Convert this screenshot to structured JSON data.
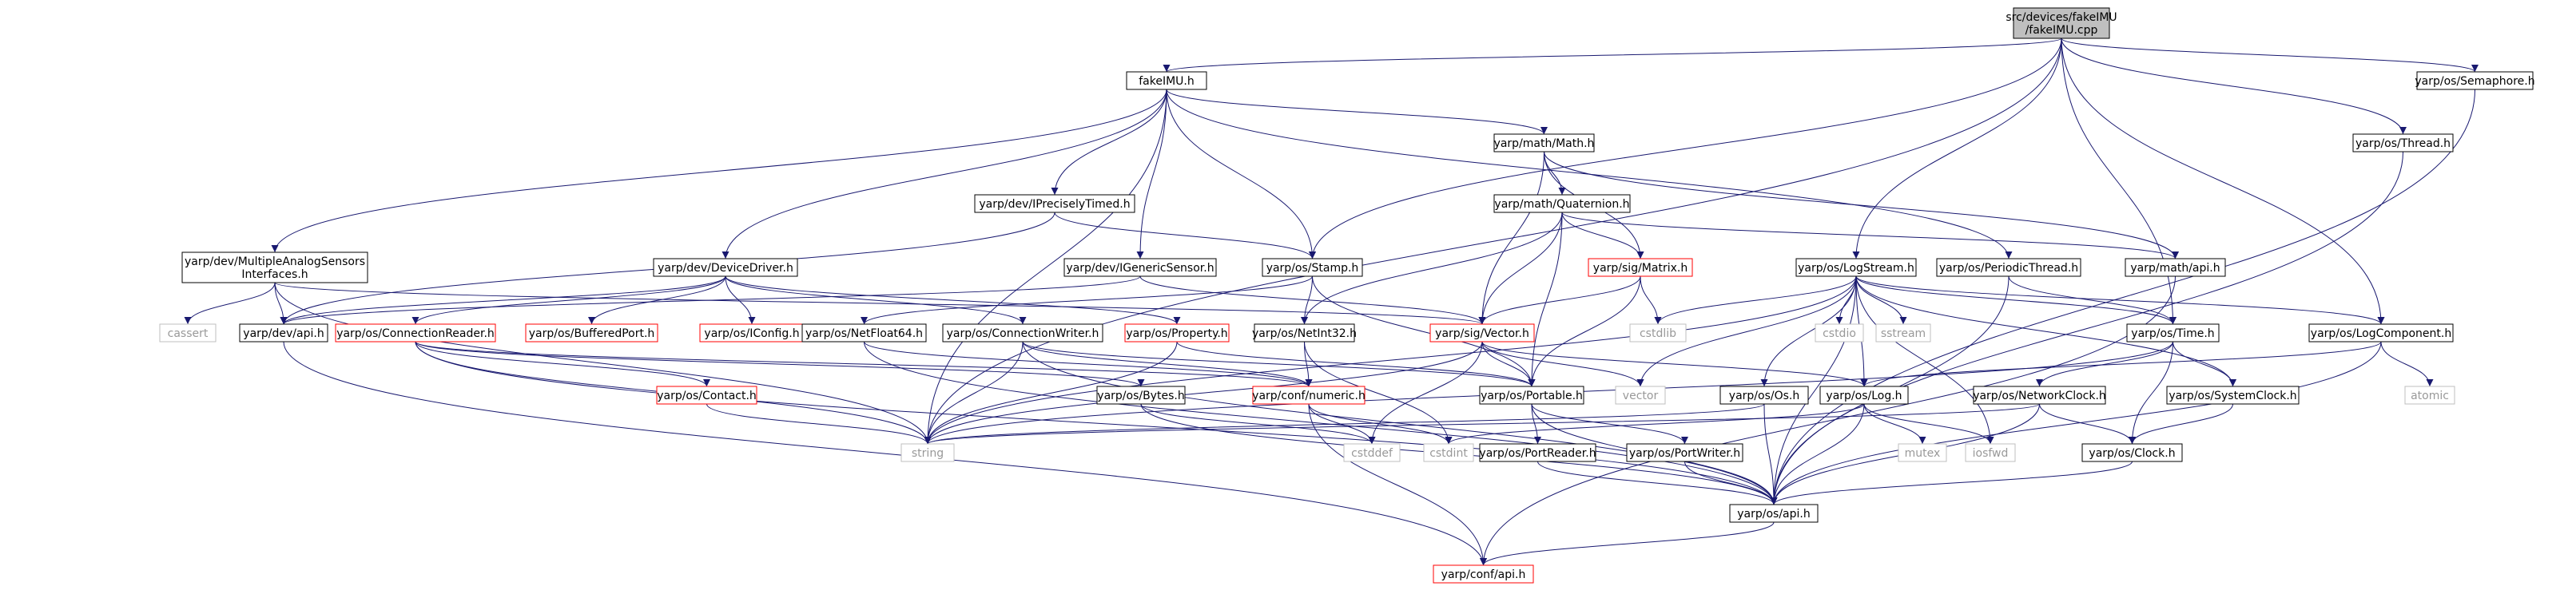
{
  "diagram": {
    "kind": "include dependency graph",
    "root": "n_root",
    "colors": {
      "edge": "#191970",
      "box_border": "#000000",
      "box_fill": "#ffffff",
      "root_fill": "#bfbfbf",
      "incomplete_border": "#ff0000",
      "external_border": "#bfbfbf",
      "external_text": "#999999"
    },
    "nodes": [
      {
        "id": "n_root",
        "lines": [
          "src/devices/fakeIMU",
          "/fakeIMU.cpp"
        ],
        "style": "root"
      },
      {
        "id": "n_fakeimu_h",
        "lines": [
          "fakeIMU.h"
        ],
        "style": "normal"
      },
      {
        "id": "n_semaphore",
        "lines": [
          "yarp/os/Semaphore.h"
        ],
        "style": "normal"
      },
      {
        "id": "n_thread",
        "lines": [
          "yarp/os/Thread.h"
        ],
        "style": "normal"
      },
      {
        "id": "n_math",
        "lines": [
          "yarp/math/Math.h"
        ],
        "style": "normal"
      },
      {
        "id": "n_iprecise",
        "lines": [
          "yarp/dev/IPreciselyTimed.h"
        ],
        "style": "normal"
      },
      {
        "id": "n_quaternion",
        "lines": [
          "yarp/math/Quaternion.h"
        ],
        "style": "normal"
      },
      {
        "id": "n_mas",
        "lines": [
          "yarp/dev/MultipleAnalogSensors",
          "Interfaces.h"
        ],
        "style": "normal"
      },
      {
        "id": "n_devicedriver",
        "lines": [
          "yarp/dev/DeviceDriver.h"
        ],
        "style": "normal"
      },
      {
        "id": "n_igeneric",
        "lines": [
          "yarp/dev/IGenericSensor.h"
        ],
        "style": "normal"
      },
      {
        "id": "n_stamp",
        "lines": [
          "yarp/os/Stamp.h"
        ],
        "style": "normal"
      },
      {
        "id": "n_matrix",
        "lines": [
          "yarp/sig/Matrix.h"
        ],
        "style": "incomplete"
      },
      {
        "id": "n_logstream",
        "lines": [
          "yarp/os/LogStream.h"
        ],
        "style": "normal"
      },
      {
        "id": "n_periodic",
        "lines": [
          "yarp/os/PeriodicThread.h"
        ],
        "style": "normal"
      },
      {
        "id": "n_mathapi",
        "lines": [
          "yarp/math/api.h"
        ],
        "style": "normal"
      },
      {
        "id": "n_cassert",
        "lines": [
          "cassert"
        ],
        "style": "external"
      },
      {
        "id": "n_devapi",
        "lines": [
          "yarp/dev/api.h"
        ],
        "style": "normal"
      },
      {
        "id": "n_connreader",
        "lines": [
          "yarp/os/ConnectionReader.h"
        ],
        "style": "incomplete"
      },
      {
        "id": "n_bufferedport",
        "lines": [
          "yarp/os/BufferedPort.h"
        ],
        "style": "incomplete"
      },
      {
        "id": "n_iconfig",
        "lines": [
          "yarp/os/IConfig.h"
        ],
        "style": "incomplete"
      },
      {
        "id": "n_netfloat64",
        "lines": [
          "yarp/os/NetFloat64.h"
        ],
        "style": "normal"
      },
      {
        "id": "n_connwriter",
        "lines": [
          "yarp/os/ConnectionWriter.h"
        ],
        "style": "normal"
      },
      {
        "id": "n_property",
        "lines": [
          "yarp/os/Property.h"
        ],
        "style": "incomplete"
      },
      {
        "id": "n_netint32",
        "lines": [
          "yarp/os/NetInt32.h"
        ],
        "style": "normal"
      },
      {
        "id": "n_vector",
        "lines": [
          "yarp/sig/Vector.h"
        ],
        "style": "incomplete"
      },
      {
        "id": "n_cstdlib",
        "lines": [
          "cstdlib"
        ],
        "style": "external"
      },
      {
        "id": "n_cstdio",
        "lines": [
          "cstdio"
        ],
        "style": "external"
      },
      {
        "id": "n_sstream",
        "lines": [
          "sstream"
        ],
        "style": "external"
      },
      {
        "id": "n_time",
        "lines": [
          "yarp/os/Time.h"
        ],
        "style": "normal"
      },
      {
        "id": "n_logcomponent",
        "lines": [
          "yarp/os/LogComponent.h"
        ],
        "style": "normal"
      },
      {
        "id": "n_atomic",
        "lines": [
          "atomic"
        ],
        "style": "external"
      },
      {
        "id": "n_contact",
        "lines": [
          "yarp/os/Contact.h"
        ],
        "style": "incomplete"
      },
      {
        "id": "n_bytes",
        "lines": [
          "yarp/os/Bytes.h"
        ],
        "style": "normal"
      },
      {
        "id": "n_numeric",
        "lines": [
          "yarp/conf/numeric.h"
        ],
        "style": "incomplete"
      },
      {
        "id": "n_portable",
        "lines": [
          "yarp/os/Portable.h"
        ],
        "style": "normal"
      },
      {
        "id": "n_vectorstd",
        "lines": [
          "vector"
        ],
        "style": "external"
      },
      {
        "id": "n_osh",
        "lines": [
          "yarp/os/Os.h"
        ],
        "style": "normal"
      },
      {
        "id": "n_log",
        "lines": [
          "yarp/os/Log.h"
        ],
        "style": "normal"
      },
      {
        "id": "n_networkclock",
        "lines": [
          "yarp/os/NetworkClock.h"
        ],
        "style": "normal"
      },
      {
        "id": "n_systemclock",
        "lines": [
          "yarp/os/SystemClock.h"
        ],
        "style": "normal"
      },
      {
        "id": "n_string",
        "lines": [
          "string"
        ],
        "style": "external"
      },
      {
        "id": "n_cstddef",
        "lines": [
          "cstddef"
        ],
        "style": "external"
      },
      {
        "id": "n_cstdint",
        "lines": [
          "cstdint"
        ],
        "style": "external"
      },
      {
        "id": "n_portreader",
        "lines": [
          "yarp/os/PortReader.h"
        ],
        "style": "normal"
      },
      {
        "id": "n_portwriter",
        "lines": [
          "yarp/os/PortWriter.h"
        ],
        "style": "normal"
      },
      {
        "id": "n_mutex",
        "lines": [
          "mutex"
        ],
        "style": "external"
      },
      {
        "id": "n_iosfwd",
        "lines": [
          "iosfwd"
        ],
        "style": "external"
      },
      {
        "id": "n_clock",
        "lines": [
          "yarp/os/Clock.h"
        ],
        "style": "normal"
      },
      {
        "id": "n_osapi",
        "lines": [
          "yarp/os/api.h"
        ],
        "style": "normal"
      },
      {
        "id": "n_confapi",
        "lines": [
          "yarp/conf/api.h"
        ],
        "style": "incomplete"
      }
    ],
    "edges": [
      [
        "n_root",
        "n_fakeimu_h"
      ],
      [
        "n_root",
        "n_semaphore"
      ],
      [
        "n_root",
        "n_thread"
      ],
      [
        "n_root",
        "n_stamp"
      ],
      [
        "n_root",
        "n_logstream"
      ],
      [
        "n_root",
        "n_logcomponent"
      ],
      [
        "n_root",
        "n_time"
      ],
      [
        "n_root",
        "n_string"
      ],
      [
        "n_fakeimu_h",
        "n_math"
      ],
      [
        "n_fakeimu_h",
        "n_iprecise"
      ],
      [
        "n_fakeimu_h",
        "n_mas"
      ],
      [
        "n_fakeimu_h",
        "n_devicedriver"
      ],
      [
        "n_fakeimu_h",
        "n_igeneric"
      ],
      [
        "n_fakeimu_h",
        "n_stamp"
      ],
      [
        "n_fakeimu_h",
        "n_periodic"
      ],
      [
        "n_fakeimu_h",
        "n_string"
      ],
      [
        "n_semaphore",
        "n_osapi"
      ],
      [
        "n_thread",
        "n_osapi"
      ],
      [
        "n_math",
        "n_quaternion"
      ],
      [
        "n_math",
        "n_matrix"
      ],
      [
        "n_math",
        "n_vector"
      ],
      [
        "n_math",
        "n_mathapi"
      ],
      [
        "n_quaternion",
        "n_matrix"
      ],
      [
        "n_quaternion",
        "n_vector"
      ],
      [
        "n_quaternion",
        "n_mathapi"
      ],
      [
        "n_quaternion",
        "n_netint32"
      ],
      [
        "n_quaternion",
        "n_portable"
      ],
      [
        "n_iprecise",
        "n_stamp"
      ],
      [
        "n_iprecise",
        "n_devapi"
      ],
      [
        "n_mas",
        "n_devapi"
      ],
      [
        "n_mas",
        "n_cassert"
      ],
      [
        "n_mas",
        "n_vector"
      ],
      [
        "n_mas",
        "n_string"
      ],
      [
        "n_devicedriver",
        "n_devapi"
      ],
      [
        "n_devicedriver",
        "n_connreader"
      ],
      [
        "n_devicedriver",
        "n_bufferedport"
      ],
      [
        "n_devicedriver",
        "n_iconfig"
      ],
      [
        "n_devicedriver",
        "n_property"
      ],
      [
        "n_devicedriver",
        "n_connwriter"
      ],
      [
        "n_igeneric",
        "n_devapi"
      ],
      [
        "n_igeneric",
        "n_vector"
      ],
      [
        "n_stamp",
        "n_netfloat64"
      ],
      [
        "n_stamp",
        "n_netint32"
      ],
      [
        "n_stamp",
        "n_portable"
      ],
      [
        "n_matrix",
        "n_vector"
      ],
      [
        "n_matrix",
        "n_portable"
      ],
      [
        "n_matrix",
        "n_cstdlib"
      ],
      [
        "n_logstream",
        "n_cstdlib"
      ],
      [
        "n_logstream",
        "n_cstdio"
      ],
      [
        "n_logstream",
        "n_sstream"
      ],
      [
        "n_logstream",
        "n_time"
      ],
      [
        "n_logstream",
        "n_logcomponent"
      ],
      [
        "n_logstream",
        "n_log"
      ],
      [
        "n_logstream",
        "n_osh"
      ],
      [
        "n_logstream",
        "n_vectorstd"
      ],
      [
        "n_logstream",
        "n_systemclock"
      ],
      [
        "n_logstream",
        "n_iosfwd"
      ],
      [
        "n_logstream",
        "n_osapi"
      ],
      [
        "n_logstream",
        "n_string"
      ],
      [
        "n_periodic",
        "n_time"
      ],
      [
        "n_periodic",
        "n_osapi"
      ],
      [
        "n_mathapi",
        "n_confapi"
      ],
      [
        "n_devapi",
        "n_confapi"
      ],
      [
        "n_connreader",
        "n_contact"
      ],
      [
        "n_connreader",
        "n_bytes"
      ],
      [
        "n_connreader",
        "n_numeric"
      ],
      [
        "n_connreader",
        "n_string"
      ],
      [
        "n_connreader",
        "n_osapi"
      ],
      [
        "n_connwriter",
        "n_numeric"
      ],
      [
        "n_connwriter",
        "n_osapi"
      ],
      [
        "n_connwriter",
        "n_portable"
      ],
      [
        "n_connwriter",
        "n_string"
      ],
      [
        "n_netfloat64",
        "n_numeric"
      ],
      [
        "n_netfloat64",
        "n_osapi"
      ],
      [
        "n_netint32",
        "n_numeric"
      ],
      [
        "n_netint32",
        "n_cstdint"
      ],
      [
        "n_property",
        "n_portable"
      ],
      [
        "n_property",
        "n_string"
      ],
      [
        "n_vector",
        "n_portable"
      ],
      [
        "n_vector",
        "n_vectorstd"
      ],
      [
        "n_vector",
        "n_cstddef"
      ],
      [
        "n_vector",
        "n_log"
      ],
      [
        "n_vector",
        "n_string"
      ],
      [
        "n_time",
        "n_networkclock"
      ],
      [
        "n_time",
        "n_systemclock"
      ],
      [
        "n_time",
        "n_clock"
      ],
      [
        "n_time",
        "n_string"
      ],
      [
        "n_logcomponent",
        "n_atomic"
      ],
      [
        "n_logcomponent",
        "n_log"
      ],
      [
        "n_logcomponent",
        "n_osapi"
      ],
      [
        "n_contact",
        "n_string"
      ],
      [
        "n_bytes",
        "n_cstddef"
      ],
      [
        "n_bytes",
        "n_osapi"
      ],
      [
        "n_numeric",
        "n_cstddef"
      ],
      [
        "n_numeric",
        "n_cstdint"
      ],
      [
        "n_numeric",
        "n_confapi"
      ],
      [
        "n_portable",
        "n_portreader"
      ],
      [
        "n_portable",
        "n_portwriter"
      ],
      [
        "n_portable",
        "n_osapi"
      ],
      [
        "n_osh",
        "n_osapi"
      ],
      [
        "n_osh",
        "n_string"
      ],
      [
        "n_log",
        "n_mutex"
      ],
      [
        "n_log",
        "n_iosfwd"
      ],
      [
        "n_log",
        "n_cstdint"
      ],
      [
        "n_log",
        "n_osapi"
      ],
      [
        "n_networkclock",
        "n_clock"
      ],
      [
        "n_networkclock",
        "n_osapi"
      ],
      [
        "n_networkclock",
        "n_string"
      ],
      [
        "n_systemclock",
        "n_clock"
      ],
      [
        "n_portreader",
        "n_osapi"
      ],
      [
        "n_portwriter",
        "n_osapi"
      ],
      [
        "n_clock",
        "n_osapi"
      ],
      [
        "n_osapi",
        "n_confapi"
      ]
    ]
  }
}
